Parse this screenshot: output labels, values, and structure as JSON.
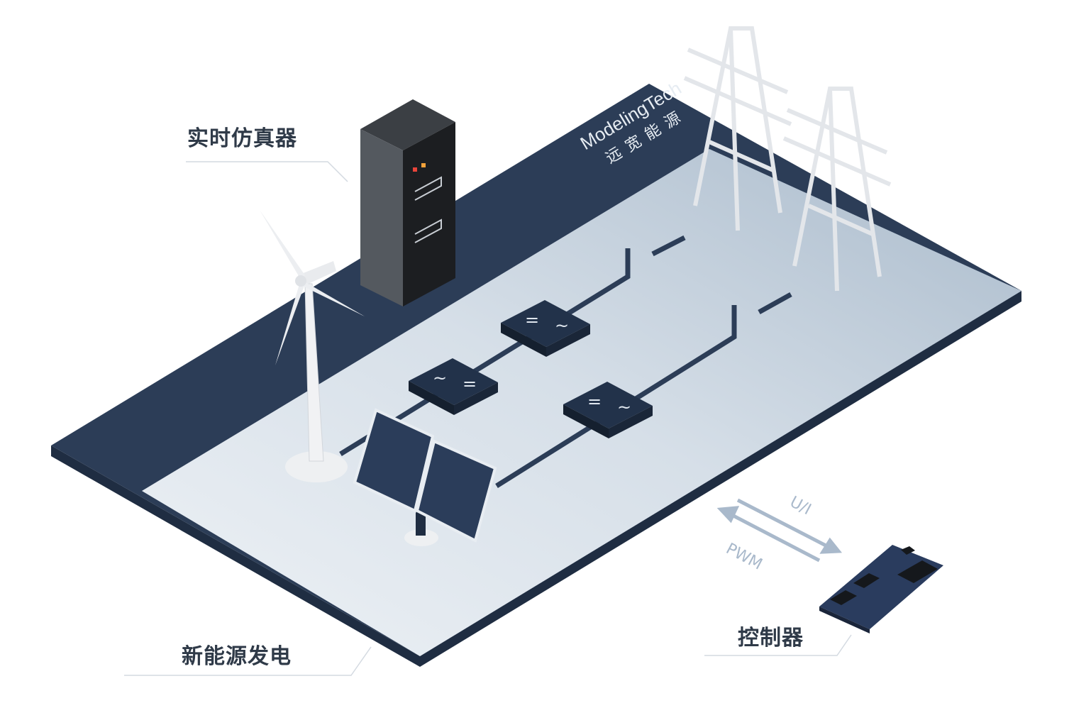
{
  "labels": {
    "simulator": "实时仿真器",
    "renewable": "新能源发电",
    "controller": "控制器"
  },
  "signals": {
    "to_controller": "U/I",
    "from_controller": "PWM"
  },
  "logo": {
    "en": "ModelingTech",
    "cn": "远宽能源"
  },
  "converters": [
    {
      "symbol_left": "=",
      "symbol_right": "~"
    },
    {
      "symbol_left": "~",
      "symbol_right": "="
    },
    {
      "symbol_left": "=",
      "symbol_right": "~"
    }
  ],
  "colors": {
    "platform_dark": "#2c3d57",
    "platform_light": "#c5d1de",
    "label_text": "#2f3a48",
    "arrow": "#a9b9cb"
  }
}
